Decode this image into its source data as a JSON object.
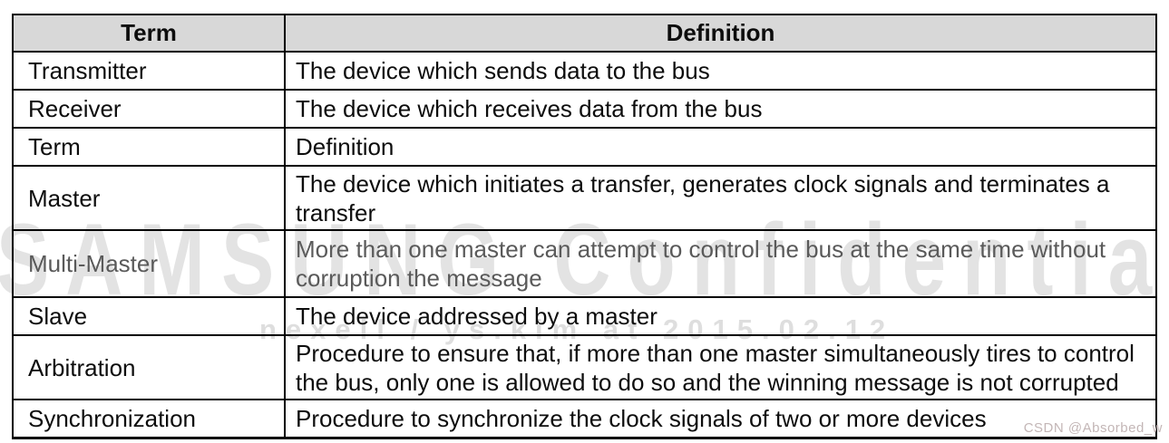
{
  "watermark": {
    "line1": "SAMSUNG Confidential",
    "line2": "nexell / ys.kim at 2015.02.12",
    "credit": "CSDN @Absorbed_w"
  },
  "table": {
    "headers": [
      "Term",
      "Definition"
    ],
    "rows": [
      {
        "term": "Transmitter",
        "definition": "The device which sends data to the bus"
      },
      {
        "term": "Receiver",
        "definition": "The device which receives data from the bus"
      },
      {
        "term": "Term",
        "definition": "Definition"
      },
      {
        "term": "Master",
        "definition": "The device which initiates a transfer, generates clock signals and terminates a transfer"
      },
      {
        "term": "Multi-Master",
        "definition": "More than one master can attempt to control the bus at the same time without corruption the message",
        "muted": true
      },
      {
        "term": "Slave",
        "definition": "The device addressed by a master"
      },
      {
        "term": "Arbitration",
        "definition": "Procedure to ensure that, if more than one master simultaneously tires to control the bus, only one is allowed to do so and the winning message is not corrupted"
      },
      {
        "term": "Synchronization",
        "definition": "Procedure to synchronize the clock signals of two or more devices"
      }
    ]
  },
  "colors": {
    "header_bg": "#d8d8d8",
    "border": "#000000",
    "text": "#0d0d0d",
    "muted_text": "#5a5a5a",
    "watermark": "#e3e3e3",
    "watermark_sub": "#dedede",
    "credit": "#c3b6b6"
  }
}
